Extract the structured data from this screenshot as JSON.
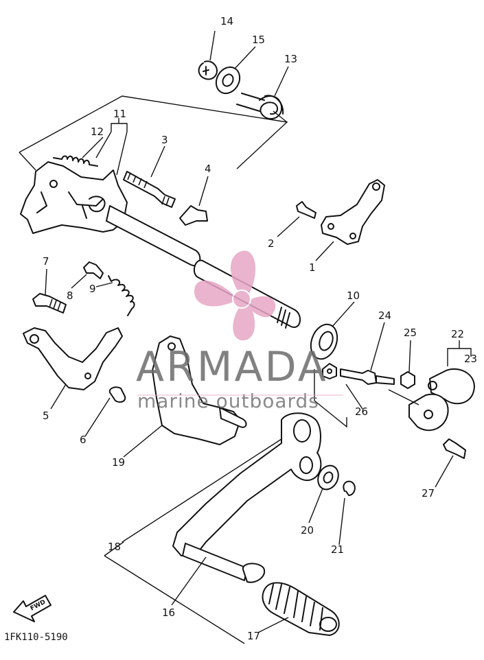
{
  "diagram": {
    "part_labels": [
      "1",
      "2",
      "3",
      "4",
      "5",
      "6",
      "7",
      "8",
      "9",
      "10",
      "11",
      "12",
      "13",
      "14",
      "15",
      "16",
      "17",
      "18",
      "19",
      "20",
      "21",
      "22",
      "23",
      "24",
      "25",
      "26",
      "27"
    ],
    "reference_code": "1FK110-5190",
    "forward_marker": "FWD"
  },
  "watermark": {
    "title": "ARMADA",
    "subtitle": "marine outboards",
    "logo_color": "#e7a6c6",
    "text_color": "#6b6b6b"
  },
  "colors": {
    "ink": "#111111",
    "background": "#ffffff"
  }
}
